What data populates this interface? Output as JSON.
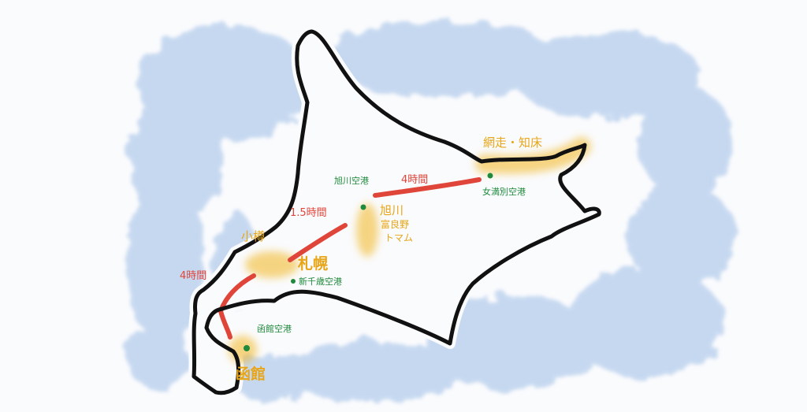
{
  "colors": {
    "sea": "#9dbde6",
    "land_outline": "#111111",
    "highlight": "#f2b51e",
    "route": "#e0453a",
    "city_text": "#e7a517",
    "airport": "#1f8a3c"
  },
  "cities": {
    "sapporo": "札幌",
    "otaru": "小樽",
    "hakodate": "函館",
    "asahikawa": "旭川",
    "furano": "富良野",
    "tomamu": "トマム",
    "abashiri_shiretoko": "網走・知床"
  },
  "airports": {
    "new_chitose": "新千歳空港",
    "hakodate": "函館空港",
    "asahikawa": "旭川空港",
    "memanbetsu": "女満別空港"
  },
  "travel_times": {
    "hakodate_sapporo": "4時間",
    "sapporo_asahikawa": "1.5時間",
    "asahikawa_abashiri": "4時間"
  }
}
